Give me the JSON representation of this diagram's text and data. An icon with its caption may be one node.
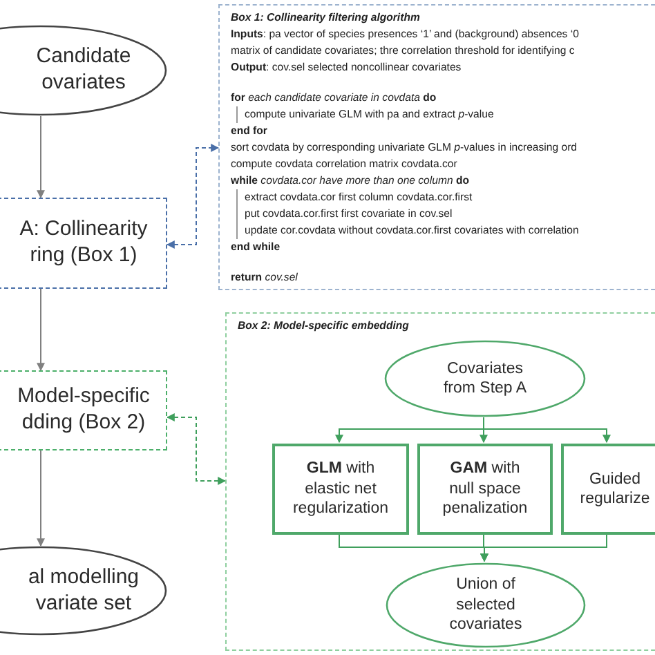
{
  "diagram": {
    "nodes": [
      {
        "text": [
          "Candidate ovariates"
        ]
      },
      {
        "text": [
          "A: Collinearity ring (Box 1)"
        ]
      },
      {
        "text": [
          "Box 1: Collinearity filtering algorithm",
          "**Inputs**: pa vector of species presences ‘1’ and (background) absences ‘0",
          "matrix of candidate covariates; thre correlation threshold for identifying c",
          "**Output**: cov.sel selected noncollinear covariates",
          "**for** *each candidate covariate in covdata* **do**",
          "compute univariate GLM with pa and extract *p*-value",
          "**end for**",
          "sort covdata by corresponding univariate GLM *p*-values in increasing ord",
          "compute covdata correlation matrix covdata.cor",
          "**while** *covdata.cor have more than one column* **do**",
          "extract covdata.cor first column covdata.cor.first",
          "put covdata.cor.first first covariate in cov.sel",
          "update cor.covdata without covdata.cor.first covariates with correlation",
          "**end while**",
          "**return** *cov.sel*"
        ]
      },
      {
        "text": [
          "Model-specific dding (Box 2)"
        ]
      },
      {
        "text": [
          "al modelling variate set"
        ]
      },
      {
        "text": [
          "Box 2: Model-specific embedding"
        ]
      },
      {
        "text": [
          "Covariates from Step A"
        ],
        "in": 5
      },
      {
        "text": [
          "**GLM** with elastic net regularization"
        ],
        "in": 5
      },
      {
        "text": [
          "**GAM** with null space penalization"
        ],
        "in": 5
      },
      {
        "text": [
          "Guided regularize"
        ],
        "in": 5
      },
      {
        "text": [
          "Union of selected covariates"
        ],
        "in": 5
      }
    ],
    "edges": [
      {
        "from": 0,
        "to": 1,
        "arrow": "to",
        "color": "#808080"
      },
      {
        "from": 1,
        "to": 3,
        "arrow": "to",
        "color": "#808080"
      },
      {
        "from": 3,
        "to": 4,
        "arrow": "to",
        "color": "#808080"
      },
      {
        "from": 1,
        "to": 2,
        "arrow": "both",
        "style": "dashed",
        "color": "#4a6fa8"
      },
      {
        "from": 3,
        "to": 5,
        "arrow": "both",
        "style": "dashed"
      },
      {
        "from": 6,
        "to": 7,
        "arrow": "to"
      },
      {
        "from": 6,
        "to": 8,
        "arrow": "to"
      },
      {
        "from": 6,
        "to": 9,
        "arrow": "to"
      },
      {
        "from": 7,
        "to": 10,
        "arrow": "to"
      },
      {
        "from": 8,
        "to": 10,
        "arrow": "to"
      },
      {
        "from": 9,
        "to": 10,
        "arrow": "to"
      }
    ]
  }
}
